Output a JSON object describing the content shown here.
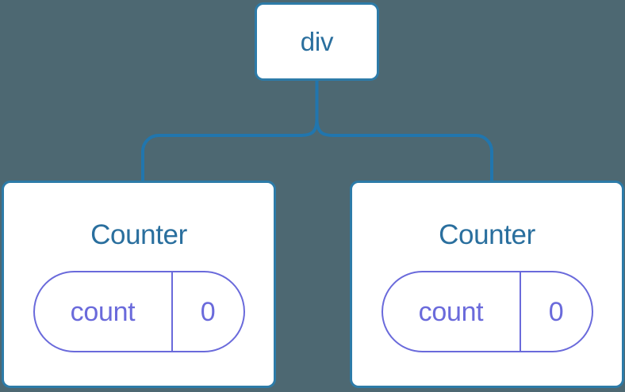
{
  "diagram": {
    "type": "component-tree",
    "background_color": "#4d6872",
    "node_border_color": "#2d7ba8",
    "node_title_color": "#2a6f9e",
    "state_color": "#6a6adb",
    "edge_color": "#2176ae",
    "root": {
      "label": "div"
    },
    "children": [
      {
        "label": "Counter",
        "state": {
          "key": "count",
          "value": "0"
        }
      },
      {
        "label": "Counter",
        "state": {
          "key": "count",
          "value": "0"
        }
      }
    ]
  }
}
